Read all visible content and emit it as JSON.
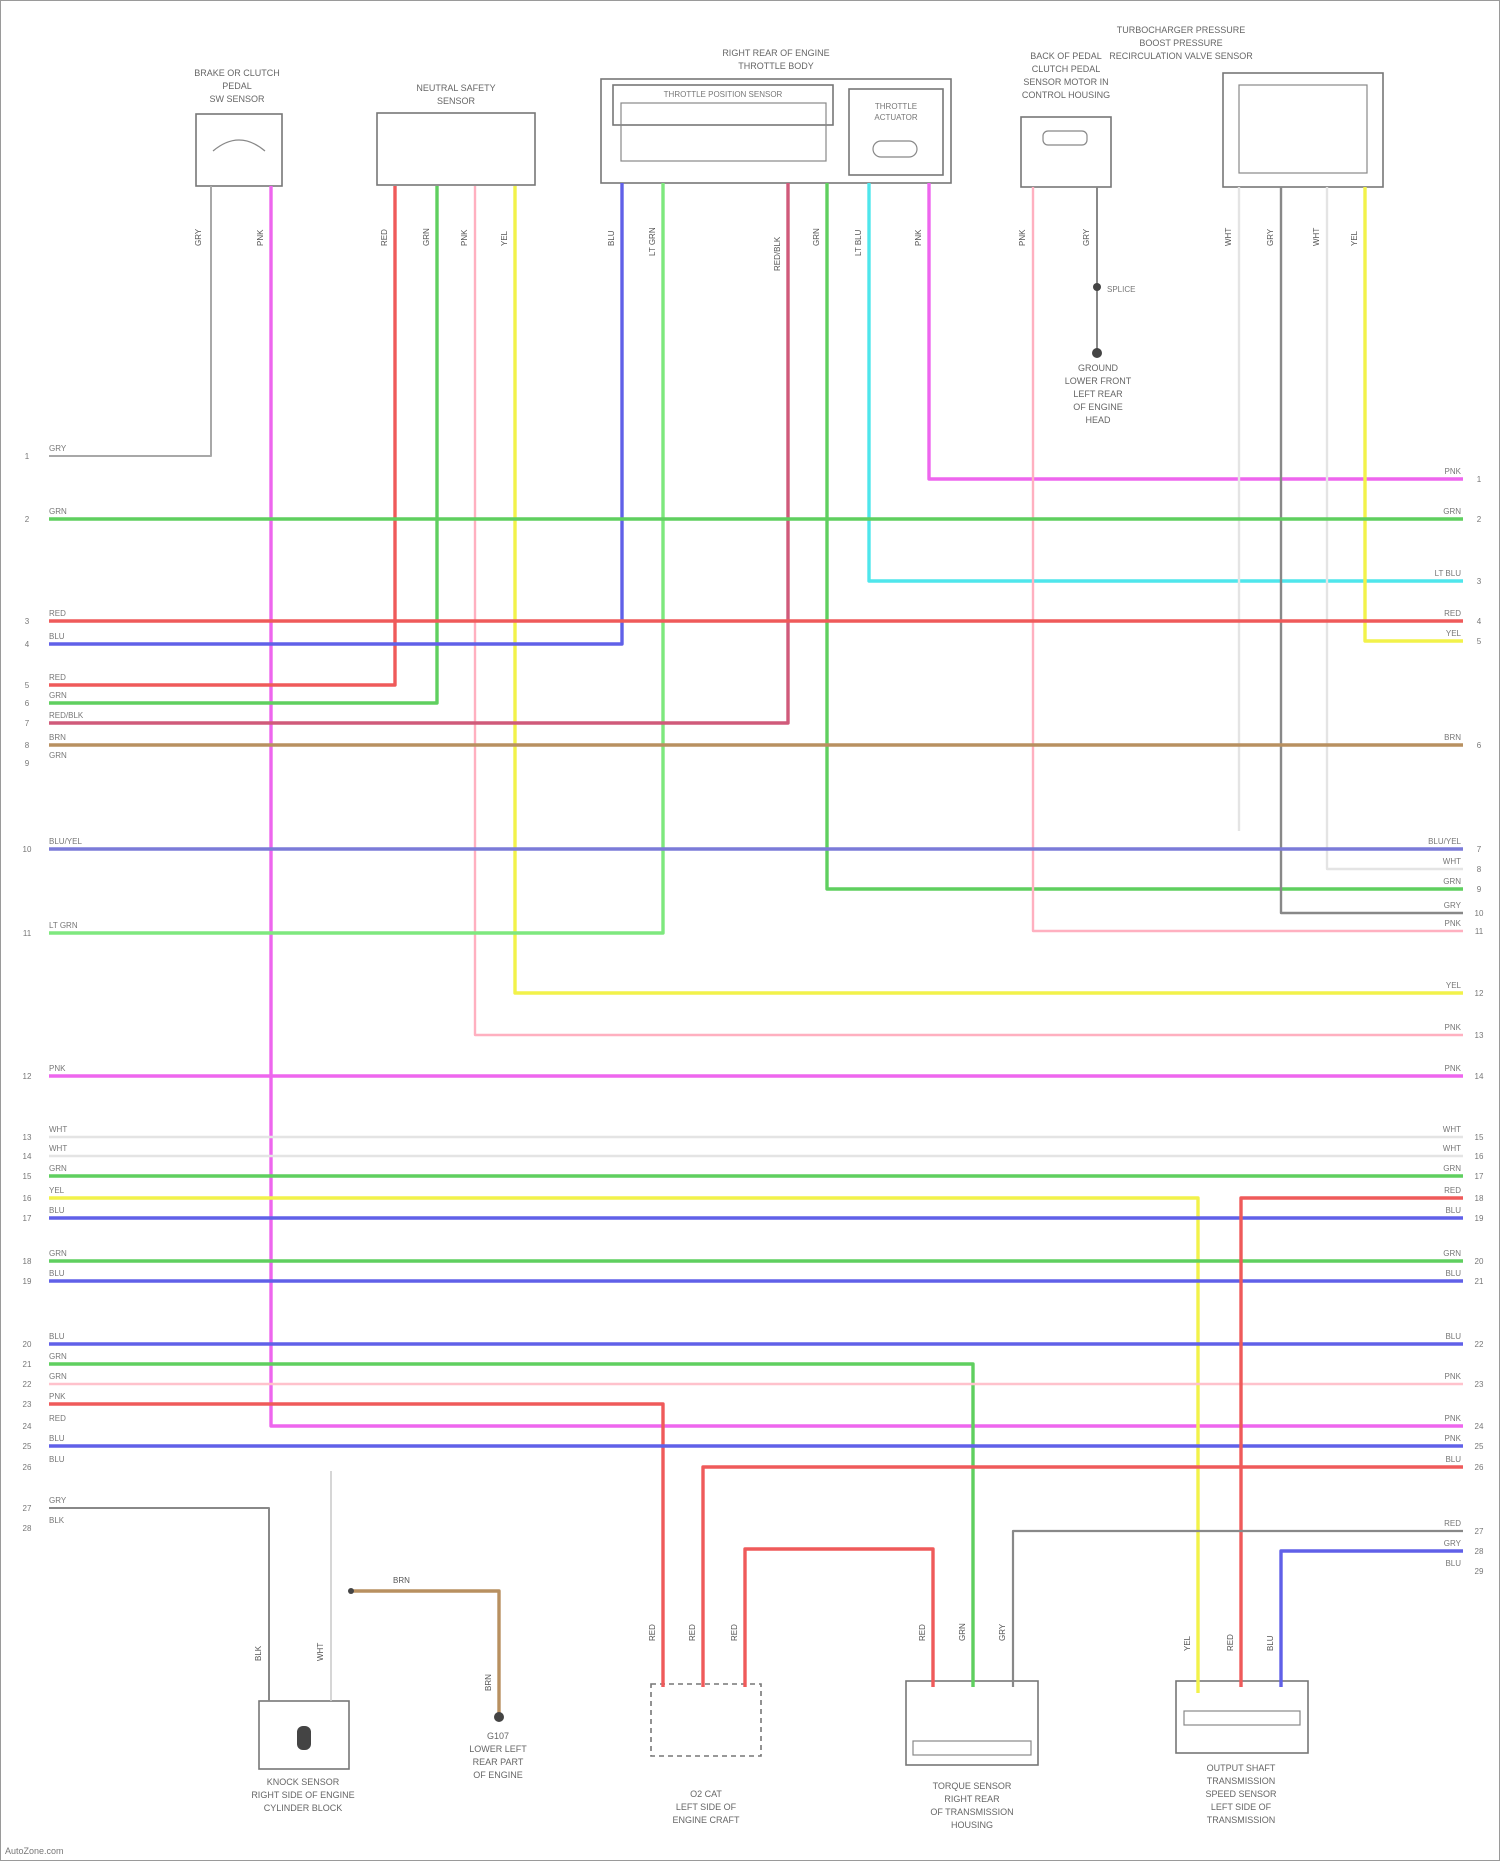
{
  "components": {
    "brake_switch": [
      "BRAKE OR CLUTCH",
      "PEDAL",
      "SW SENSOR"
    ],
    "neutral_switch": [
      "NEUTRAL SAFETY",
      "SENSOR"
    ],
    "throttle_body": [
      "RIGHT REAR OF ENGINE",
      "THROTTLE BODY"
    ],
    "throttle_position_sensor": "THROTTLE POSITION SENSOR",
    "throttle_actuator": [
      "THROTTLE",
      "ACTUATOR"
    ],
    "clutch_sensor": [
      "BACK OF PEDAL",
      "CLUTCH PEDAL",
      "SENSOR MOTOR IN",
      "CONTROL HOUSING"
    ],
    "pressure_sensor": [
      "TURBOCHARGER PRESSURE",
      "BOOST PRESSURE",
      "RECIRCULATION VALVE SENSOR"
    ],
    "ground_left": [
      "GROUND",
      "LOWER FRONT",
      "LEFT REAR",
      "OF ENGINE",
      "HEAD"
    ],
    "knock_sensor": [
      "KNOCK SENSOR",
      "RIGHT SIDE OF ENGINE",
      "CYLINDER BLOCK"
    ],
    "ground_lower": [
      "G107",
      "LOWER LEFT",
      "REAR PART",
      "OF ENGINE"
    ],
    "o2_sensor": [
      "O2 CAT",
      "LEFT SIDE OF",
      "ENGINE CRAFT"
    ],
    "torque_sensor": [
      "TORQUE SENSOR",
      "RIGHT REAR",
      "OF TRANSMISSION",
      "HOUSING"
    ],
    "output_speed": [
      "OUTPUT SHAFT",
      "TRANSMISSION",
      "SPEED SENSOR",
      "LEFT SIDE OF",
      "TRANSMISSION"
    ]
  },
  "wire_codes": {
    "brake_a": "GRY",
    "brake_b": "PNK",
    "neutral_a": "RED",
    "neutral_b": "GRN",
    "neutral_c": "PNK",
    "neutral_d": "YEL",
    "tb_a": "BLU",
    "tb_b": "LT GRN",
    "tb_c": "RED/BLK",
    "tb_d": "GRN",
    "act_a": "LT BLU",
    "act_b": "PNK",
    "clutch_a": "PNK",
    "clutch_b": "GRY",
    "press_a": "WHT",
    "press_b": "GRY",
    "press_c": "WHT",
    "press_d": "YEL",
    "knock_a": "BLK",
    "knock_b": "WHT",
    "gnd_wire": "BRN",
    "gnd_drop": "BRN",
    "o2_a": "RED",
    "o2_b": "RED",
    "o2_c": "RED",
    "tq_a": "RED",
    "tq_b": "GRN",
    "tq_c": "GRY",
    "os_a": "YEL",
    "os_b": "RED",
    "os_c": "BLU"
  },
  "splice": "SPLICE",
  "bus": {
    "left": [
      {
        "pin": "1",
        "code": "GRY"
      },
      {
        "pin": "2",
        "code": "GRN"
      },
      {
        "pin": "3",
        "code": "RED"
      },
      {
        "pin": "4",
        "code": "BLU"
      },
      {
        "pin": "5",
        "code": "RED"
      },
      {
        "pin": "6",
        "code": "GRN"
      },
      {
        "pin": "7",
        "code": "RED/BLK"
      },
      {
        "pin": "8",
        "code": "BRN"
      },
      {
        "pin": "9",
        "code": "GRN"
      },
      {
        "pin": "10",
        "code": "BLU/YEL"
      },
      {
        "pin": "11",
        "code": "LT GRN"
      },
      {
        "pin": "12",
        "code": "PNK"
      },
      {
        "pin": "13",
        "code": "WHT"
      },
      {
        "pin": "14",
        "code": "WHT"
      },
      {
        "pin": "15",
        "code": "GRN"
      },
      {
        "pin": "16",
        "code": "YEL"
      },
      {
        "pin": "17",
        "code": "BLU"
      },
      {
        "pin": "18",
        "code": "GRN"
      },
      {
        "pin": "19",
        "code": "BLU"
      },
      {
        "pin": "20",
        "code": "BLU"
      },
      {
        "pin": "21",
        "code": "GRN"
      },
      {
        "pin": "22",
        "code": "GRN"
      },
      {
        "pin": "23",
        "code": "PNK"
      },
      {
        "pin": "24",
        "code": "RED"
      },
      {
        "pin": "25",
        "code": "BLU"
      },
      {
        "pin": "26",
        "code": "BLU"
      },
      {
        "pin": "27",
        "code": "GRY"
      },
      {
        "pin": "28",
        "code": "BLK"
      }
    ],
    "right": [
      {
        "pin": "1",
        "code": "PNK"
      },
      {
        "pin": "2",
        "code": "GRN"
      },
      {
        "pin": "3",
        "code": "LT BLU"
      },
      {
        "pin": "4",
        "code": "RED"
      },
      {
        "pin": "5",
        "code": "YEL"
      },
      {
        "pin": "6",
        "code": "BRN"
      },
      {
        "pin": "7",
        "code": "BLU/YEL"
      },
      {
        "pin": "8",
        "code": "WHT"
      },
      {
        "pin": "9",
        "code": "GRN"
      },
      {
        "pin": "10",
        "code": "GRY"
      },
      {
        "pin": "11",
        "code": "PNK"
      },
      {
        "pin": "12",
        "code": "YEL"
      },
      {
        "pin": "13",
        "code": "PNK"
      },
      {
        "pin": "14",
        "code": "PNK"
      },
      {
        "pin": "15",
        "code": "WHT"
      },
      {
        "pin": "16",
        "code": "WHT"
      },
      {
        "pin": "17",
        "code": "GRN"
      },
      {
        "pin": "18",
        "code": "RED"
      },
      {
        "pin": "19",
        "code": "BLU"
      },
      {
        "pin": "20",
        "code": "GRN"
      },
      {
        "pin": "21",
        "code": "BLU"
      },
      {
        "pin": "22",
        "code": "BLU"
      },
      {
        "pin": "23",
        "code": "PNK"
      },
      {
        "pin": "24",
        "code": "PNK"
      },
      {
        "pin": "25",
        "code": "PNK"
      },
      {
        "pin": "26",
        "code": "BLU"
      },
      {
        "pin": "27",
        "code": "RED"
      },
      {
        "pin": "28",
        "code": "GRY"
      },
      {
        "pin": "29",
        "code": "BLU"
      }
    ]
  },
  "footer": "AutoZone.com",
  "colors": {
    "GRY": "#8a8a8a",
    "GRN": "#5fcf5f",
    "LT GRN": "#7ee87e",
    "RED": "#ef5a5a",
    "BLU": "#6060e8",
    "LT BLU": "#4fe6ec",
    "PNK": "#ee66ee",
    "LT PNK": "#ffc2cc",
    "YEL": "#f2f24a",
    "BRN": "#b89060",
    "WHT": "#e4e4e4",
    "BLK": "#444444",
    "RED/BLK": "#d05a7a",
    "BLU/YEL": "#7b7bd8"
  }
}
